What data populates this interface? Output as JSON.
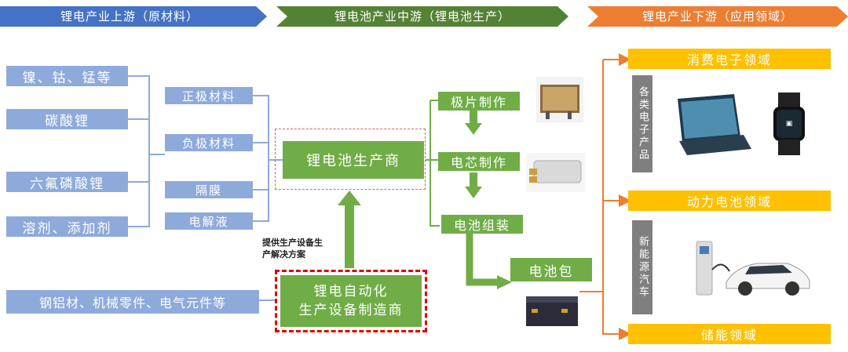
{
  "headers": {
    "upstream": "锂电产业上游（原材料）",
    "midstream": "锂电池产业中游（锂电池生产）",
    "downstream": "锂电产业下游（应用领域）"
  },
  "raw_materials": [
    "镍、钴、锰等",
    "碳酸锂",
    "六氟磷酸锂",
    "溶剂、添加剂"
  ],
  "components": [
    "正极材料",
    "负极材料",
    "隔膜",
    "电解液"
  ],
  "manufacturer": "锂电池生产商",
  "process": [
    "极片制作",
    "电芯制作",
    "电池组装"
  ],
  "battery_pack": "电池包",
  "equipment_inputs": "钢铝材、机械零件、电气元件等",
  "equipment_maker": [
    "锂电自动化",
    "生产设备制造商"
  ],
  "equipment_note": [
    "提供生产设备生",
    "产解决方案"
  ],
  "applications": [
    "消费电子领域",
    "动力电池领域",
    "储能领域"
  ],
  "side_labels": {
    "consumer": "各类电子产品",
    "ev": "新能源汽车"
  },
  "colors": {
    "blue": "#8eaadb",
    "green": "#70ad47",
    "yellow": "#ffc000",
    "orange": "#ed7d31",
    "grey": "#7f7f7f"
  }
}
